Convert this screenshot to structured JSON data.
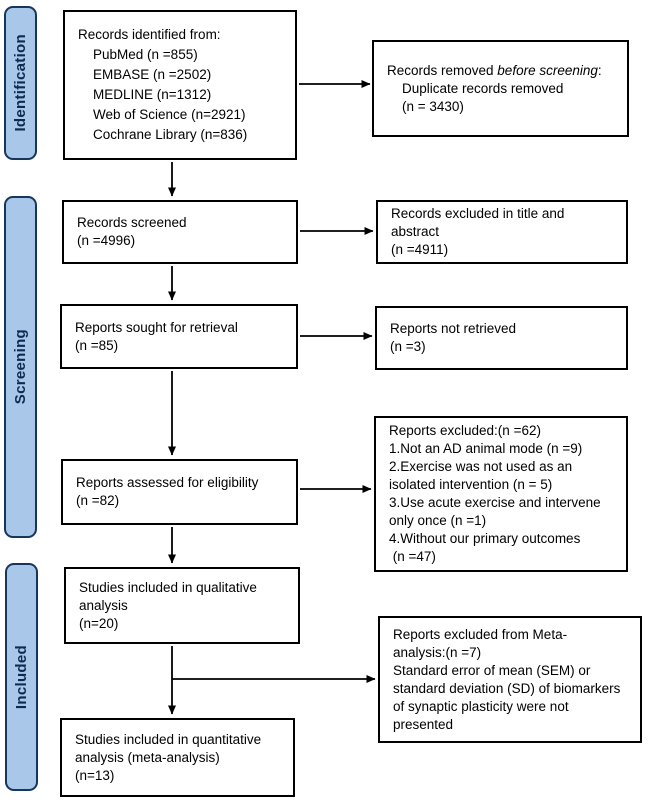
{
  "sidebar": {
    "identification_label": "Identification",
    "screening_label": "Screening",
    "included_label": "Included"
  },
  "boxes": {
    "identified": {
      "lines": [
        "Records identified from:",
        "    PubMed (n =855)",
        "    EMBASE (n =2502)",
        "    MEDLINE (n=1312)",
        "    Web of Science (n=2921)",
        "    Cochrane Library (n=836)"
      ]
    },
    "removed": {
      "prefix": "Records removed ",
      "italic": "before screening",
      "suffix": ":",
      "rest_lines": [
        "    Duplicate records removed",
        "    (n = 3430)"
      ]
    },
    "screened": {
      "lines": [
        "Records screened",
        "(n =4996)"
      ]
    },
    "excluded_title_abstract": {
      "lines": [
        "Records excluded in title and",
        "abstract",
        "(n =4911)"
      ]
    },
    "sought": {
      "lines": [
        "Reports sought for retrieval",
        "(n =85)"
      ]
    },
    "not_retrieved": {
      "lines": [
        "Reports not retrieved",
        "(n =3)"
      ]
    },
    "assessed": {
      "lines": [
        "Reports assessed for eligibility",
        "(n =82)"
      ]
    },
    "reports_excluded": {
      "lines": [
        "Reports excluded:(n =62)",
        "1.Not an AD animal mode (n =9)",
        "2.Exercise was not used as an",
        "isolated intervention (n = 5)",
        "3.Use acute exercise and intervene",
        "only once (n =1)",
        "4.Without our primary outcomes",
        " (n =47)"
      ]
    },
    "qualitative": {
      "lines": [
        "Studies included in qualitative",
        "analysis",
        "(n=20)"
      ]
    },
    "meta_excluded": {
      "lines": [
        "Reports excluded from Meta-",
        "analysis:(n =7)",
        "Standard error of mean (SEM) or",
        "standard deviation (SD) of biomarkers",
        "of synaptic plasticity were not",
        "presented"
      ]
    },
    "quantitative": {
      "lines": [
        "Studies included in quantitative",
        "analysis (meta-analysis)",
        "(n=13)"
      ]
    }
  },
  "colors": {
    "stage_fill": "#a9c7e8",
    "stage_border": "#16365c",
    "stage_text": "#0d2a52",
    "box_border": "#000000",
    "arrow": "#000000"
  }
}
